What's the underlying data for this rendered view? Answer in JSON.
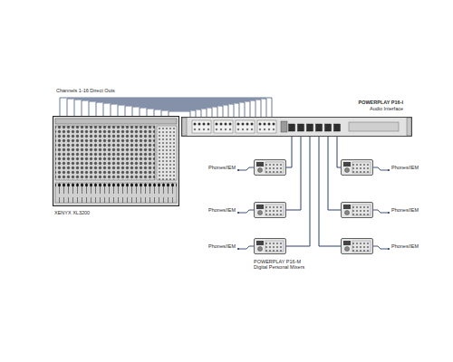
{
  "diagram": {
    "nodes": [
      {
        "text": [
          "XENYX XL3200"
        ]
      },
      {
        "text": [
          "POWERPLAY P16-I",
          "Audio Interface"
        ]
      },
      {
        "text": [
          "Phones/IEM"
        ]
      },
      {
        "text": [
          "Phones/IEM"
        ]
      },
      {
        "text": [
          "Phones/IEM"
        ]
      },
      {
        "text": [
          "Phones/IEM"
        ]
      },
      {
        "text": [
          "Phones/IEM",
          "POWERPLAY P16-M Digital Personal Mixers"
        ]
      },
      {
        "text": [
          "Phones/IEM"
        ]
      }
    ],
    "edges": [
      {
        "from": 0,
        "to": 1,
        "arrow": "none"
      },
      {
        "from": 1,
        "to": 2,
        "arrow": "none"
      },
      {
        "from": 1,
        "to": 3,
        "arrow": "none"
      },
      {
        "from": 1,
        "to": 4,
        "arrow": "none"
      },
      {
        "from": 1,
        "to": 5,
        "arrow": "none"
      },
      {
        "from": 1,
        "to": 6,
        "arrow": "none"
      },
      {
        "from": 1,
        "to": 7,
        "arrow": "none"
      }
    ],
    "labels": [
      "Channels 1-16 Direct Outs"
    ]
  }
}
